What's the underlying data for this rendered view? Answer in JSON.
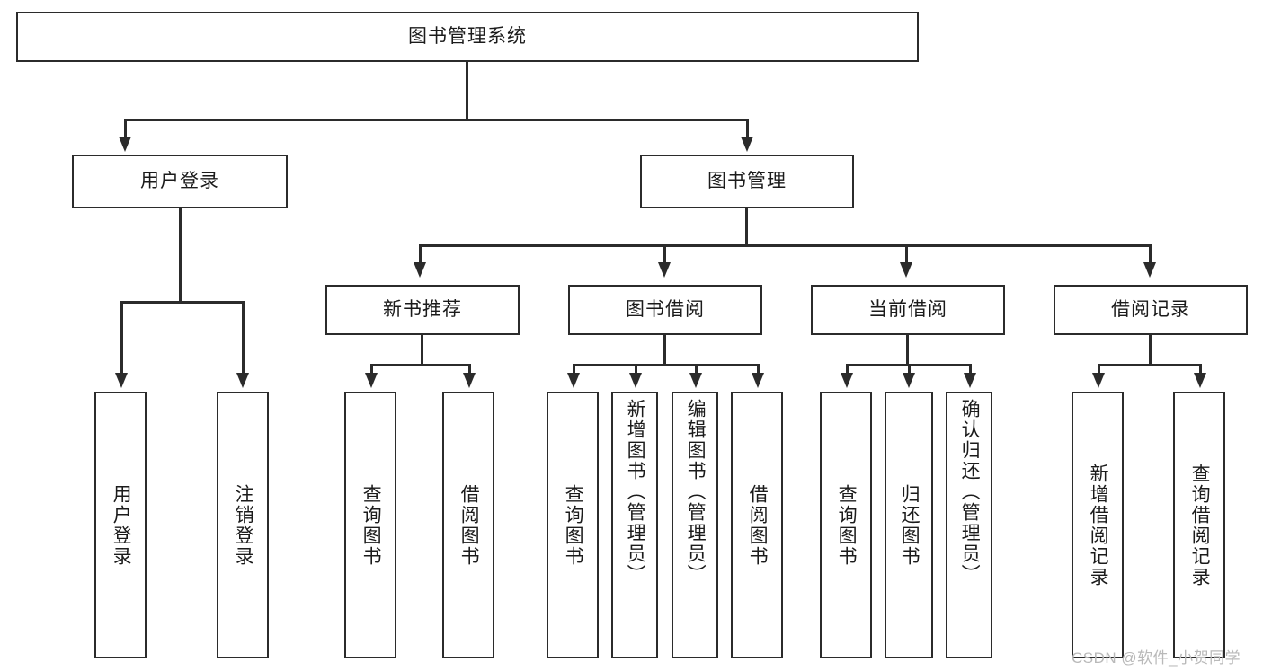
{
  "diagram": {
    "type": "tree",
    "title": "图书管理系统",
    "root": {
      "label": "图书管理系统"
    },
    "level2": [
      {
        "label": "用户登录"
      },
      {
        "label": "图书管理"
      }
    ],
    "level3": [
      {
        "label": "新书推荐"
      },
      {
        "label": "图书借阅"
      },
      {
        "label": "当前借阅"
      },
      {
        "label": "借阅记录"
      }
    ],
    "leaves": {
      "user_login": [
        {
          "label": "用户登录"
        },
        {
          "label": "注销登录"
        }
      ],
      "new_book_recommend": [
        {
          "label": "查询图书"
        },
        {
          "label": "借阅图书"
        }
      ],
      "book_borrow": [
        {
          "label": "查询图书"
        },
        {
          "label": "新增图书（管理员）"
        },
        {
          "label": "编辑图书（管理员）"
        },
        {
          "label": "借阅图书"
        }
      ],
      "current_borrow": [
        {
          "label": "查询图书"
        },
        {
          "label": "归还图书"
        },
        {
          "label": "确认归还（管理员）"
        }
      ],
      "borrow_record": [
        {
          "label": "新增借阅记录"
        },
        {
          "label": "查询借阅记录"
        }
      ]
    }
  },
  "watermark": {
    "text": "CSDN @软件_小贺同学"
  },
  "colors": {
    "border": "#2b2b2b",
    "background": "#ffffff",
    "text": "#1b1b1b",
    "watermark": "#b9b9b9"
  }
}
